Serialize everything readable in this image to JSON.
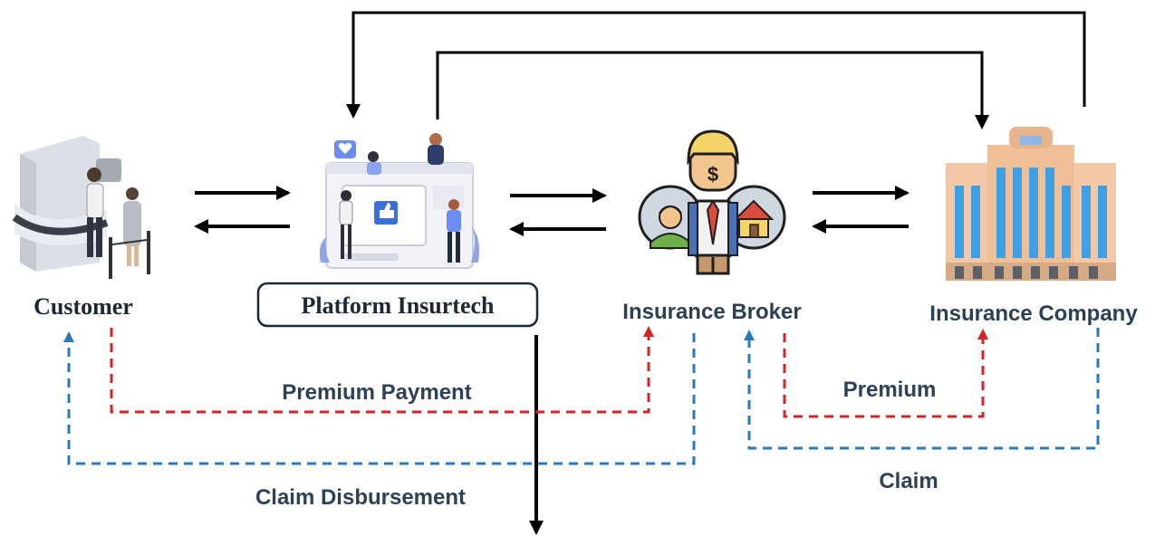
{
  "nodes": {
    "customer": {
      "label": "Customer"
    },
    "platform": {
      "label": "Platform Insurtech"
    },
    "broker": {
      "label": "Insurance Broker"
    },
    "company": {
      "label": "Insurance Company"
    }
  },
  "flows": {
    "premium_payment": "Premium Payment",
    "claim_disbursement": "Claim Disbursement",
    "premium": "Premium",
    "claim": "Claim"
  },
  "colors": {
    "premium_flow": "#d62424",
    "claim_flow": "#2a7ab8",
    "arrow": "#000000",
    "label_text": "#2b3f55"
  },
  "icons": {
    "customer": "customer-service-counter-icon",
    "platform": "social-platform-icon",
    "broker": "broker-person-icon",
    "company": "office-building-icon"
  }
}
